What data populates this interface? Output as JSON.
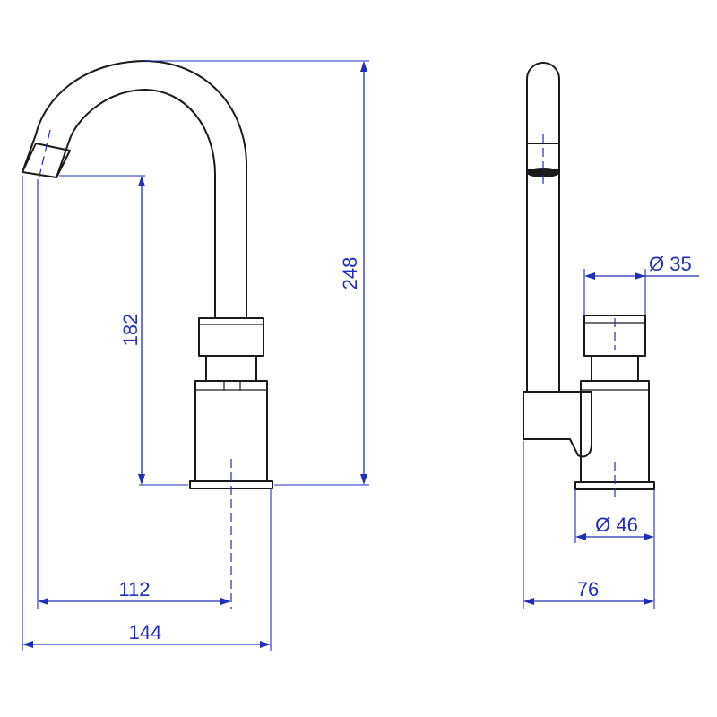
{
  "colors": {
    "outline": "#1a1a1a",
    "dimension": "#1f2fb8",
    "background": "#ffffff"
  },
  "dimensions": {
    "total_height": "248",
    "spout_outlet_height": "182",
    "spout_reach": "112",
    "overall_depth": "144",
    "side_width": "76",
    "upper_diameter": "Ø 35",
    "base_diameter": "Ø 46"
  }
}
